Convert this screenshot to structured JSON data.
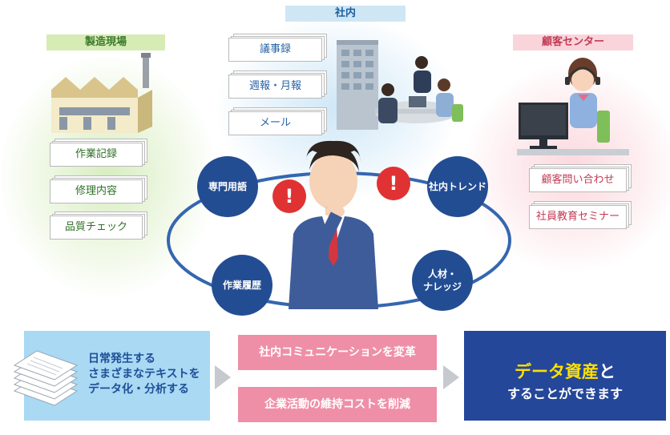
{
  "sections": {
    "factory_label": "製造現場",
    "office_label": "社内",
    "support_label": "顧客センター"
  },
  "factory_docs": [
    "作業記録",
    "修理内容",
    "品質チェック"
  ],
  "office_docs": [
    "議事録",
    "週報・月報",
    "メール"
  ],
  "support_docs": [
    "顧客問い合わせ",
    "社員教育セミナー"
  ],
  "topics": {
    "top_left": "専門用語",
    "top_right": "社内トレンド",
    "bottom_left": "作業履歴",
    "bottom_right_line1": "人材・",
    "bottom_right_line2": "ナレッジ"
  },
  "alert_mark": "!",
  "bottom": {
    "left_line1": "日常発生する",
    "left_line2": "さまざまなテキストを",
    "left_line3": "データ化・分析する",
    "middle_top": "社内コミュニケーションを変革",
    "middle_bottom": "企業活動の維持コストを削減",
    "right_highlight": "データ資産",
    "right_particle": "と",
    "right_line2": "することができます"
  },
  "colors": {
    "navy": "#234d93",
    "alert_red": "#e03232",
    "pink_button": "#ef8fa7",
    "highlight_yellow": "#ffe000",
    "light_blue_box": "#a9d9f3"
  }
}
